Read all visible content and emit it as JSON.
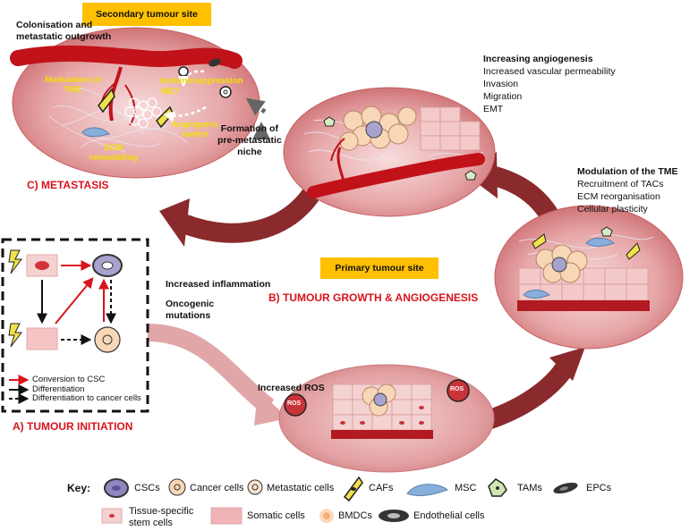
{
  "secondary_site": {
    "banner": "Secondary tumour site",
    "colonisation": "Colonisation and\nmetastatic outgrowth",
    "modulation_tme": "Modulation of\nTME",
    "immunosuppression": "Immunosuppression",
    "met": "MET",
    "angiogenic_switch": "Angiogenic\nswitch",
    "ecm_remodelling": "ECM\nremodelling",
    "formation_premetastatic": "Formation of\npre-metastatic\nniche",
    "title": "C) METASTASIS"
  },
  "angiogenesis_notes": {
    "heading": "Increasing angiogenesis",
    "items": [
      "Increased vascular permeability",
      "Invasion",
      "Migration",
      "EMT"
    ]
  },
  "tme_notes": {
    "heading": "Modulation of the TME",
    "items": [
      "Recruitment of TACs",
      "ECM reorganisation",
      "Cellular plasticity"
    ]
  },
  "initiation": {
    "legend": [
      "Conversion to CSC",
      "Differentiation",
      "Differentiation to cancer cells"
    ],
    "title": "A) TUMOUR INITIATION"
  },
  "primary_site": {
    "banner": "Primary tumour site",
    "title": "B) TUMOUR GROWTH & ANGIOGENESIS",
    "inflammation": "Increased inflammation",
    "oncogenic": "Oncogenic\nmutations",
    "increased_ros": "Increased ROS",
    "ros_badge": "ROS"
  },
  "key": {
    "title": "Key:",
    "items": [
      {
        "label": "CSCs",
        "icon": "csc-cell-icon"
      },
      {
        "label": "Cancer cells",
        "icon": "cancer-cell-icon"
      },
      {
        "label": "Metastatic cells",
        "icon": "metastatic-cell-icon"
      },
      {
        "label": "CAFs",
        "icon": "caf-icon"
      },
      {
        "label": "MSC",
        "icon": "msc-icon"
      },
      {
        "label": "TAMs",
        "icon": "tam-icon"
      },
      {
        "label": "EPCs",
        "icon": "epc-icon"
      },
      {
        "label": "Tissue-specific\nstem cells",
        "icon": "tissue-stem-cell-icon"
      },
      {
        "label": "Somatic cells",
        "icon": "somatic-cell-icon"
      },
      {
        "label": "BMDCs",
        "icon": "bmdc-icon"
      },
      {
        "label": "Endothelial cells",
        "icon": "endothelial-cell-icon"
      }
    ]
  },
  "colors": {
    "accent_red": "#d8141c",
    "banner_yellow": "#ffc000",
    "label_yellow": "#f2e100",
    "arrow_dark": "#7a1f22",
    "arrow_pink": "#d98a8c"
  }
}
